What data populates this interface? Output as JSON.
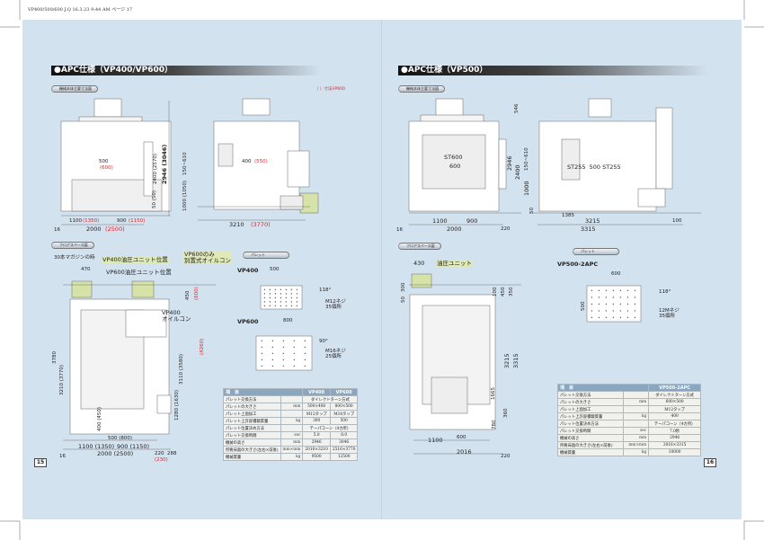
{
  "slug": "VP400/500/600 J.Q  16.3.23 9:44 AM  ページ 17",
  "left": {
    "title": "●APC仕様（VP400/VP600）",
    "pill_main": "機械本体主要寸法図",
    "pill_floor": "フロアスペース図",
    "pill_pallet": "パレット",
    "note_vp600": "（ ）寸法VP600",
    "page": "15",
    "labels": [
      "500",
      "(600)",
      "2400 (2570)",
      "2946 (3046)",
      "50 (50)",
      "1100",
      "(1350)",
      "900",
      "(1150)",
      "2000",
      "(2500)",
      "16",
      "400",
      "(550)",
      "150~610",
      "1000 (1050)",
      "3210",
      "(3770)",
      "30本マガジンの時",
      "VP400油圧ユニット位置",
      "VP600油圧ユニット位置",
      "VP600のみ\n別置式オイルコン",
      "470",
      "450",
      "(600)",
      "VP400\nオイルコン",
      "3780",
      "3210 (3770)",
      "3110 (3580)",
      "(4260)",
      "1280 (1630)",
      "400 (450)",
      "500 (800)",
      "1100 (1350)",
      "900 (1150)",
      "2000 (2500)",
      "16",
      "220  288",
      "(230)",
      "VP400",
      "VP600",
      "500",
      "800",
      "118°",
      "M12ネジ\n35個所",
      "90°",
      "M16ネジ\n25個所"
    ],
    "table": {
      "headers": [
        "項　目",
        "VP400",
        "VP600"
      ],
      "rows": [
        {
          "item": "パレット交換方法",
          "unit": "",
          "span": "ダイレクトターン方式"
        },
        {
          "item": "パレットの大きさ",
          "unit": "mm",
          "a": "500×400",
          "b": "800×500"
        },
        {
          "item": "パレット上面加工",
          "unit": "",
          "a": "M12タップ",
          "b": "M16タップ"
        },
        {
          "item": "パレット上許容積載質量",
          "unit": "kg",
          "a": "300",
          "b": "500"
        },
        {
          "item": "パレット位置決め方法",
          "unit": "",
          "span": "テーパコーン（4カ所）"
        },
        {
          "item": "パレット交換時間",
          "unit": "sec",
          "a": "5.0",
          "b": "8.0"
        },
        {
          "item": "機械の高さ",
          "unit": "mm",
          "a": "2946",
          "b": "3046"
        },
        {
          "item": "所要床面の大きさ(左右×前後)",
          "unit": "mm×mm",
          "a": "2016×3210",
          "b": "2516×3770"
        },
        {
          "item": "機械質量",
          "unit": "kg",
          "a": "9500",
          "b": "12500"
        }
      ]
    }
  },
  "right": {
    "title": "●APC仕様（VP500）",
    "pill_main": "機械本体主要寸法図",
    "pill_floor": "フロアスペース図",
    "pill_pallet": "パレット",
    "page": "16",
    "labels": [
      "546",
      "2946",
      "2400",
      "150~610",
      "1000",
      "50",
      "ST600",
      "600",
      "ST255  500 ST255",
      "1100",
      "900",
      "2000",
      "16",
      "220",
      "1385",
      "3215",
      "100",
      "3315",
      "430",
      "油圧ユニット",
      "300",
      "50",
      "100",
      "450",
      "350",
      "3315",
      "3215",
      "1665",
      "360",
      "780",
      "1100",
      "600",
      "2016",
      "220",
      "VP500-2APC",
      "600",
      "500",
      "118°",
      "12Mネジ\n35個所"
    ],
    "table": {
      "headers": [
        "項　目",
        "VP500-2APC"
      ],
      "rows": [
        {
          "item": "パレット交換方法",
          "unit": "",
          "a": "ダイレクトターン方式"
        },
        {
          "item": "パレットの大きさ",
          "unit": "mm",
          "a": "600×500"
        },
        {
          "item": "パレット上面加工",
          "unit": "",
          "a": "M12タップ"
        },
        {
          "item": "パレット上許容積載質量",
          "unit": "kg",
          "a": "400"
        },
        {
          "item": "パレット位置決め方法",
          "unit": "",
          "a": "テーパコーン（4カ所）"
        },
        {
          "item": "パレット交換時間",
          "unit": "sec",
          "a": "7.0秒"
        },
        {
          "item": "機械の高さ",
          "unit": "mm",
          "a": "2946"
        },
        {
          "item": "所要床面の大きさ(左右×前後)",
          "unit": "mm×mm",
          "a": "2016×3315"
        },
        {
          "item": "機械質量",
          "unit": "kg",
          "a": "10000"
        }
      ]
    }
  }
}
